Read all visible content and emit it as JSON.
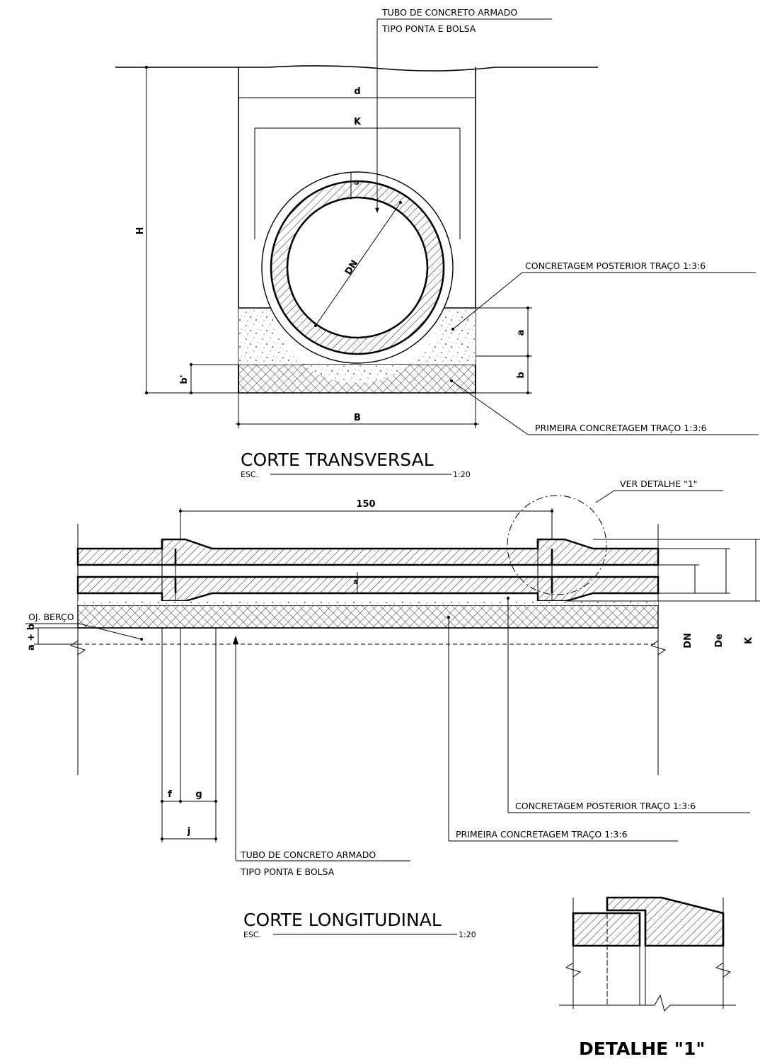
{
  "transversal": {
    "title": "CORTE TRANSVERSAL",
    "esc_label": "ESC.",
    "scale": "1:20",
    "note_tube_line1": "TUBO DE CONCRETO ARMADO",
    "note_tube_line2": "TIPO PONTA E BOLSA",
    "note_posterior": "CONCRETAGEM POSTERIOR TRAÇO 1:3:6",
    "note_primeira": "PRIMEIRA CONCRETAGEM TRAÇO 1:3:6",
    "dim_d": "d",
    "dim_K": "K",
    "dim_H": "H",
    "dim_DN": "DN",
    "dim_e": "e",
    "dim_a": "a",
    "dim_b": "b",
    "dim_b_prime": "b'",
    "dim_B": "B"
  },
  "longitudinal": {
    "title": "CORTE LONGITUDINAL",
    "esc_label": "ESC.",
    "scale": "1:20",
    "dim_150": "150",
    "note_ver_detalhe": "VER DETALHE \"1\"",
    "note_berco": "OJ. BERÇO",
    "dim_a_plus_b": "a + b",
    "dim_DN": "DN",
    "dim_De": "De",
    "dim_K": "K",
    "dim_e": "e",
    "dim_f": "f",
    "dim_g": "g",
    "dim_j": "j",
    "note_posterior": "CONCRETAGEM POSTERIOR TRAÇO 1:3:6",
    "note_primeira": "PRIMEIRA CONCRETAGEM TRAÇO 1:3:6",
    "note_tube_line1": "TUBO DE CONCRETO ARMADO",
    "note_tube_line2": "TIPO PONTA E BOLSA"
  },
  "detail": {
    "title": "DETALHE \"1\""
  }
}
